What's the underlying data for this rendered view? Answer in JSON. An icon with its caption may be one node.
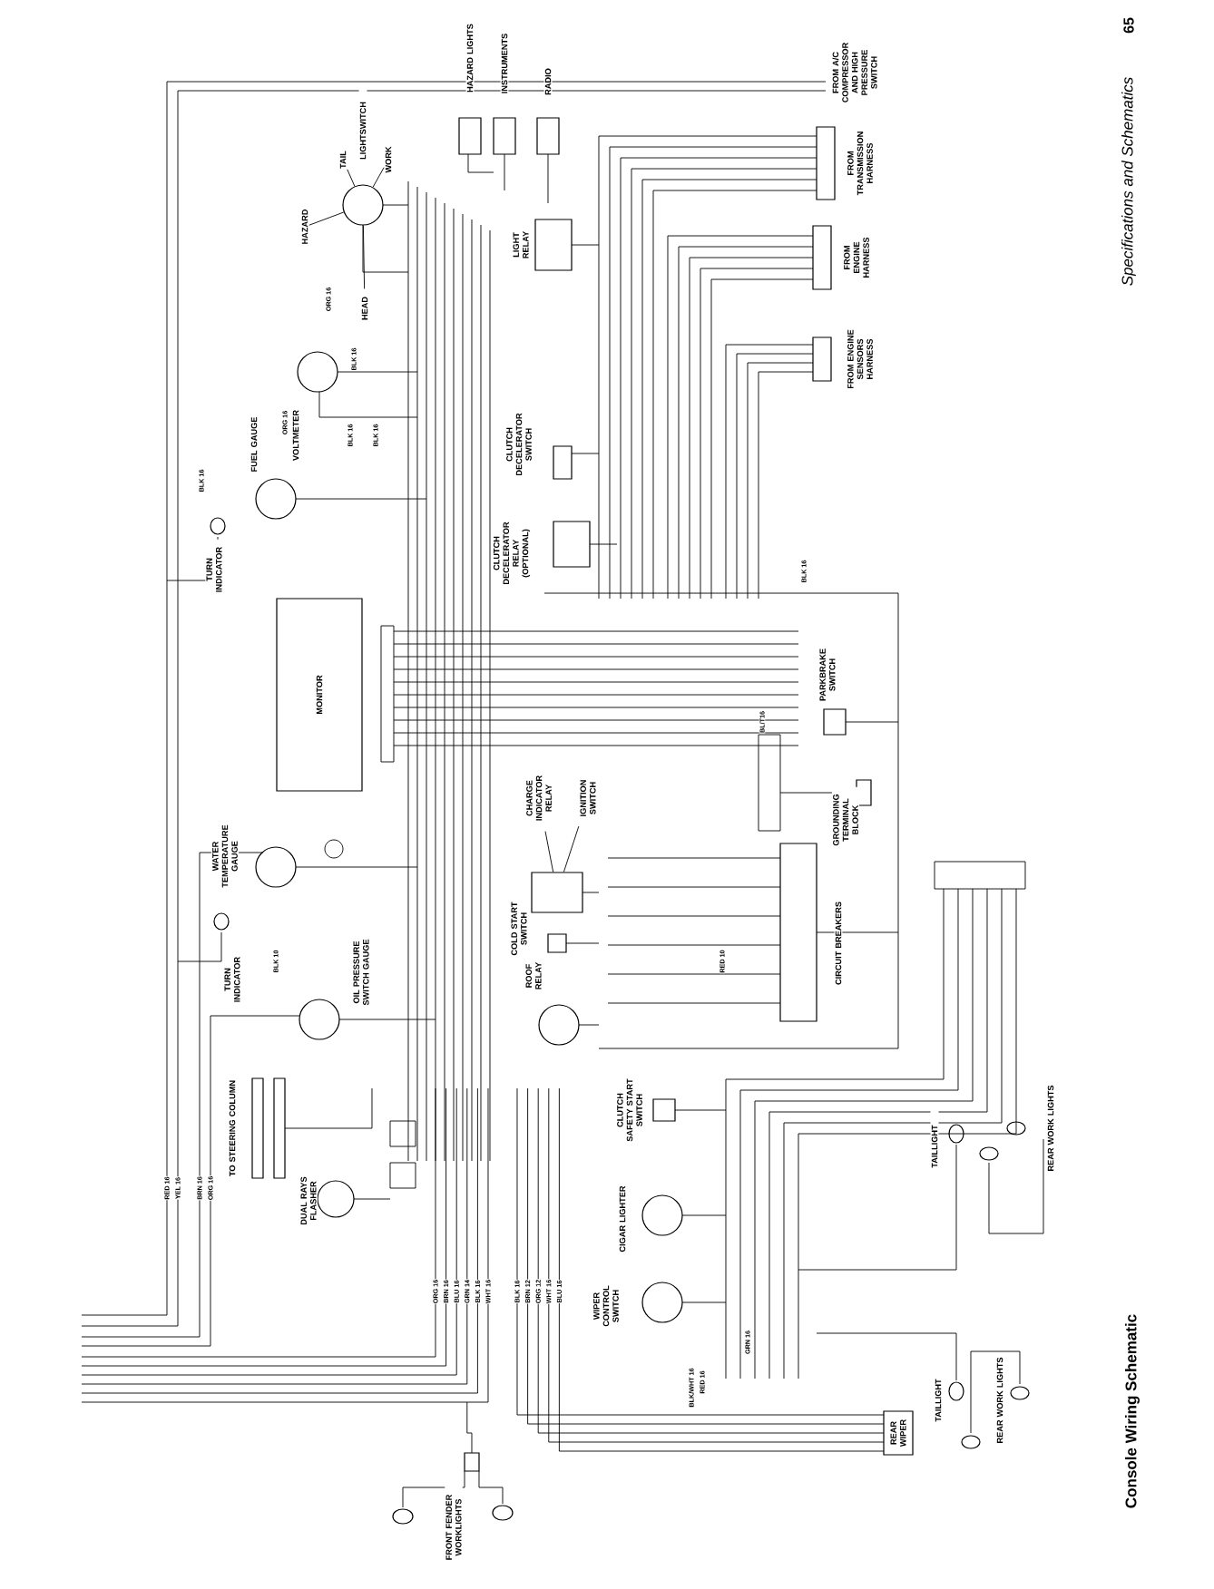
{
  "diagram": {
    "title": "Console Wiring Schematic",
    "nodes": [
      {
        "text": [
          "HAZARD LIGHTS"
        ]
      },
      {
        "text": [
          "INSTRUMENTS"
        ]
      },
      {
        "text": [
          "RADIO"
        ]
      },
      {
        "text": [
          "LIGHTSWITCH"
        ]
      },
      {
        "text": [
          "TAIL"
        ]
      },
      {
        "text": [
          "WORK"
        ]
      },
      {
        "text": [
          "HAZARD"
        ]
      },
      {
        "text": [
          "HEAD"
        ]
      },
      {
        "text": [
          "LIGHT RELAY"
        ]
      },
      {
        "text": [
          "VOLTMETER"
        ]
      },
      {
        "text": [
          "FUEL GAUGE"
        ]
      },
      {
        "text": [
          "TURN INDICATOR"
        ]
      },
      {
        "text": [
          "CLUTCH DECELERATOR SWITCH"
        ]
      },
      {
        "text": [
          "CLUTCH DECELERATOR RELAY (OPTIONAL)"
        ]
      },
      {
        "text": [
          "MONITOR"
        ]
      },
      {
        "text": [
          "FROM TRANSMISSION HARNESS"
        ]
      },
      {
        "text": [
          "FROM ENGINE HARNESS"
        ]
      },
      {
        "text": [
          "FROM ENGINE SENSORS HARNESS"
        ]
      },
      {
        "text": [
          "WATER TEMPERATURE GAUGE"
        ]
      },
      {
        "text": [
          "TURN INDICATOR"
        ]
      },
      {
        "text": [
          "OIL PRESSURE SWITCH GAUGE"
        ]
      },
      {
        "text": [],
        "shape": "box"
      },
      {
        "text": [
          "CHARGE INDICATOR RELAY"
        ]
      },
      {
        "text": [
          "IGNITION SWITCH"
        ]
      },
      {
        "text": [
          "COLD START SWITCH"
        ]
      },
      {
        "text": [
          "ROOF RELAY"
        ]
      },
      {
        "text": [
          "PARKBRAKE SWITCH"
        ]
      },
      {
        "text": [
          "GROUNDING TERMINAL BLOCK"
        ]
      },
      {
        "text": [
          "CIRCUIT BREAKERS"
        ]
      },
      {
        "text": [
          "TO STEERING COLUMN"
        ]
      },
      {
        "text": [
          "DUAL RAYS FLASHER"
        ]
      },
      {
        "text": [
          "CLUTCH SAFETY START SWITCH"
        ]
      },
      {
        "text": [
          "CIGAR LIGHTER"
        ]
      },
      {
        "text": [
          "WIPER CONTROL SWITCH"
        ]
      },
      {
        "text": [
          "REAR WIPER"
        ]
      },
      {
        "text": [
          "TAILLIGHT"
        ]
      },
      {
        "text": [
          "REAR WORK LIGHTS"
        ]
      },
      {
        "text": [
          "TAILLIGHT"
        ]
      },
      {
        "text": [
          "REAR WORK LIGHTS"
        ]
      },
      {
        "text": [
          "FRONT FENDER WORKLIGHTS"
        ]
      }
    ],
    "edges": [
      {
        "from": 4,
        "to": 3,
        "arrow": "none"
      },
      {
        "from": 5,
        "to": 3,
        "arrow": "none"
      },
      {
        "from": 6,
        "to": 3,
        "arrow": "none"
      },
      {
        "from": 7,
        "to": 3,
        "arrow": "none"
      },
      {
        "from": 22,
        "to": 21,
        "arrow": "none"
      },
      {
        "from": 23,
        "to": 21,
        "arrow": "none"
      }
    ],
    "labels": [
      "65",
      "Specifications and Schematics",
      "FROM A/C COMPRESSOR AND HIGH PRESSURE SWITCH",
      "ORG 16",
      "BLK 16",
      "ORG 16",
      "BLK 16",
      "BLK 16",
      "BLK 16",
      "BLK 16",
      "BL/T16",
      "BLK 10",
      "RED 10",
      "RED 16",
      "YEL 16",
      "BRN 16",
      "ORG 16",
      "ORG 16",
      "BRN 16",
      "BLU 16",
      "GRN 14",
      "BLK 16",
      "WHT 16",
      "BLK 16",
      "BRN 12",
      "ORG 12",
      "WHT 16",
      "BLU 16",
      "BLK/WHT 16",
      "RED 16",
      "GRN 16"
    ]
  }
}
